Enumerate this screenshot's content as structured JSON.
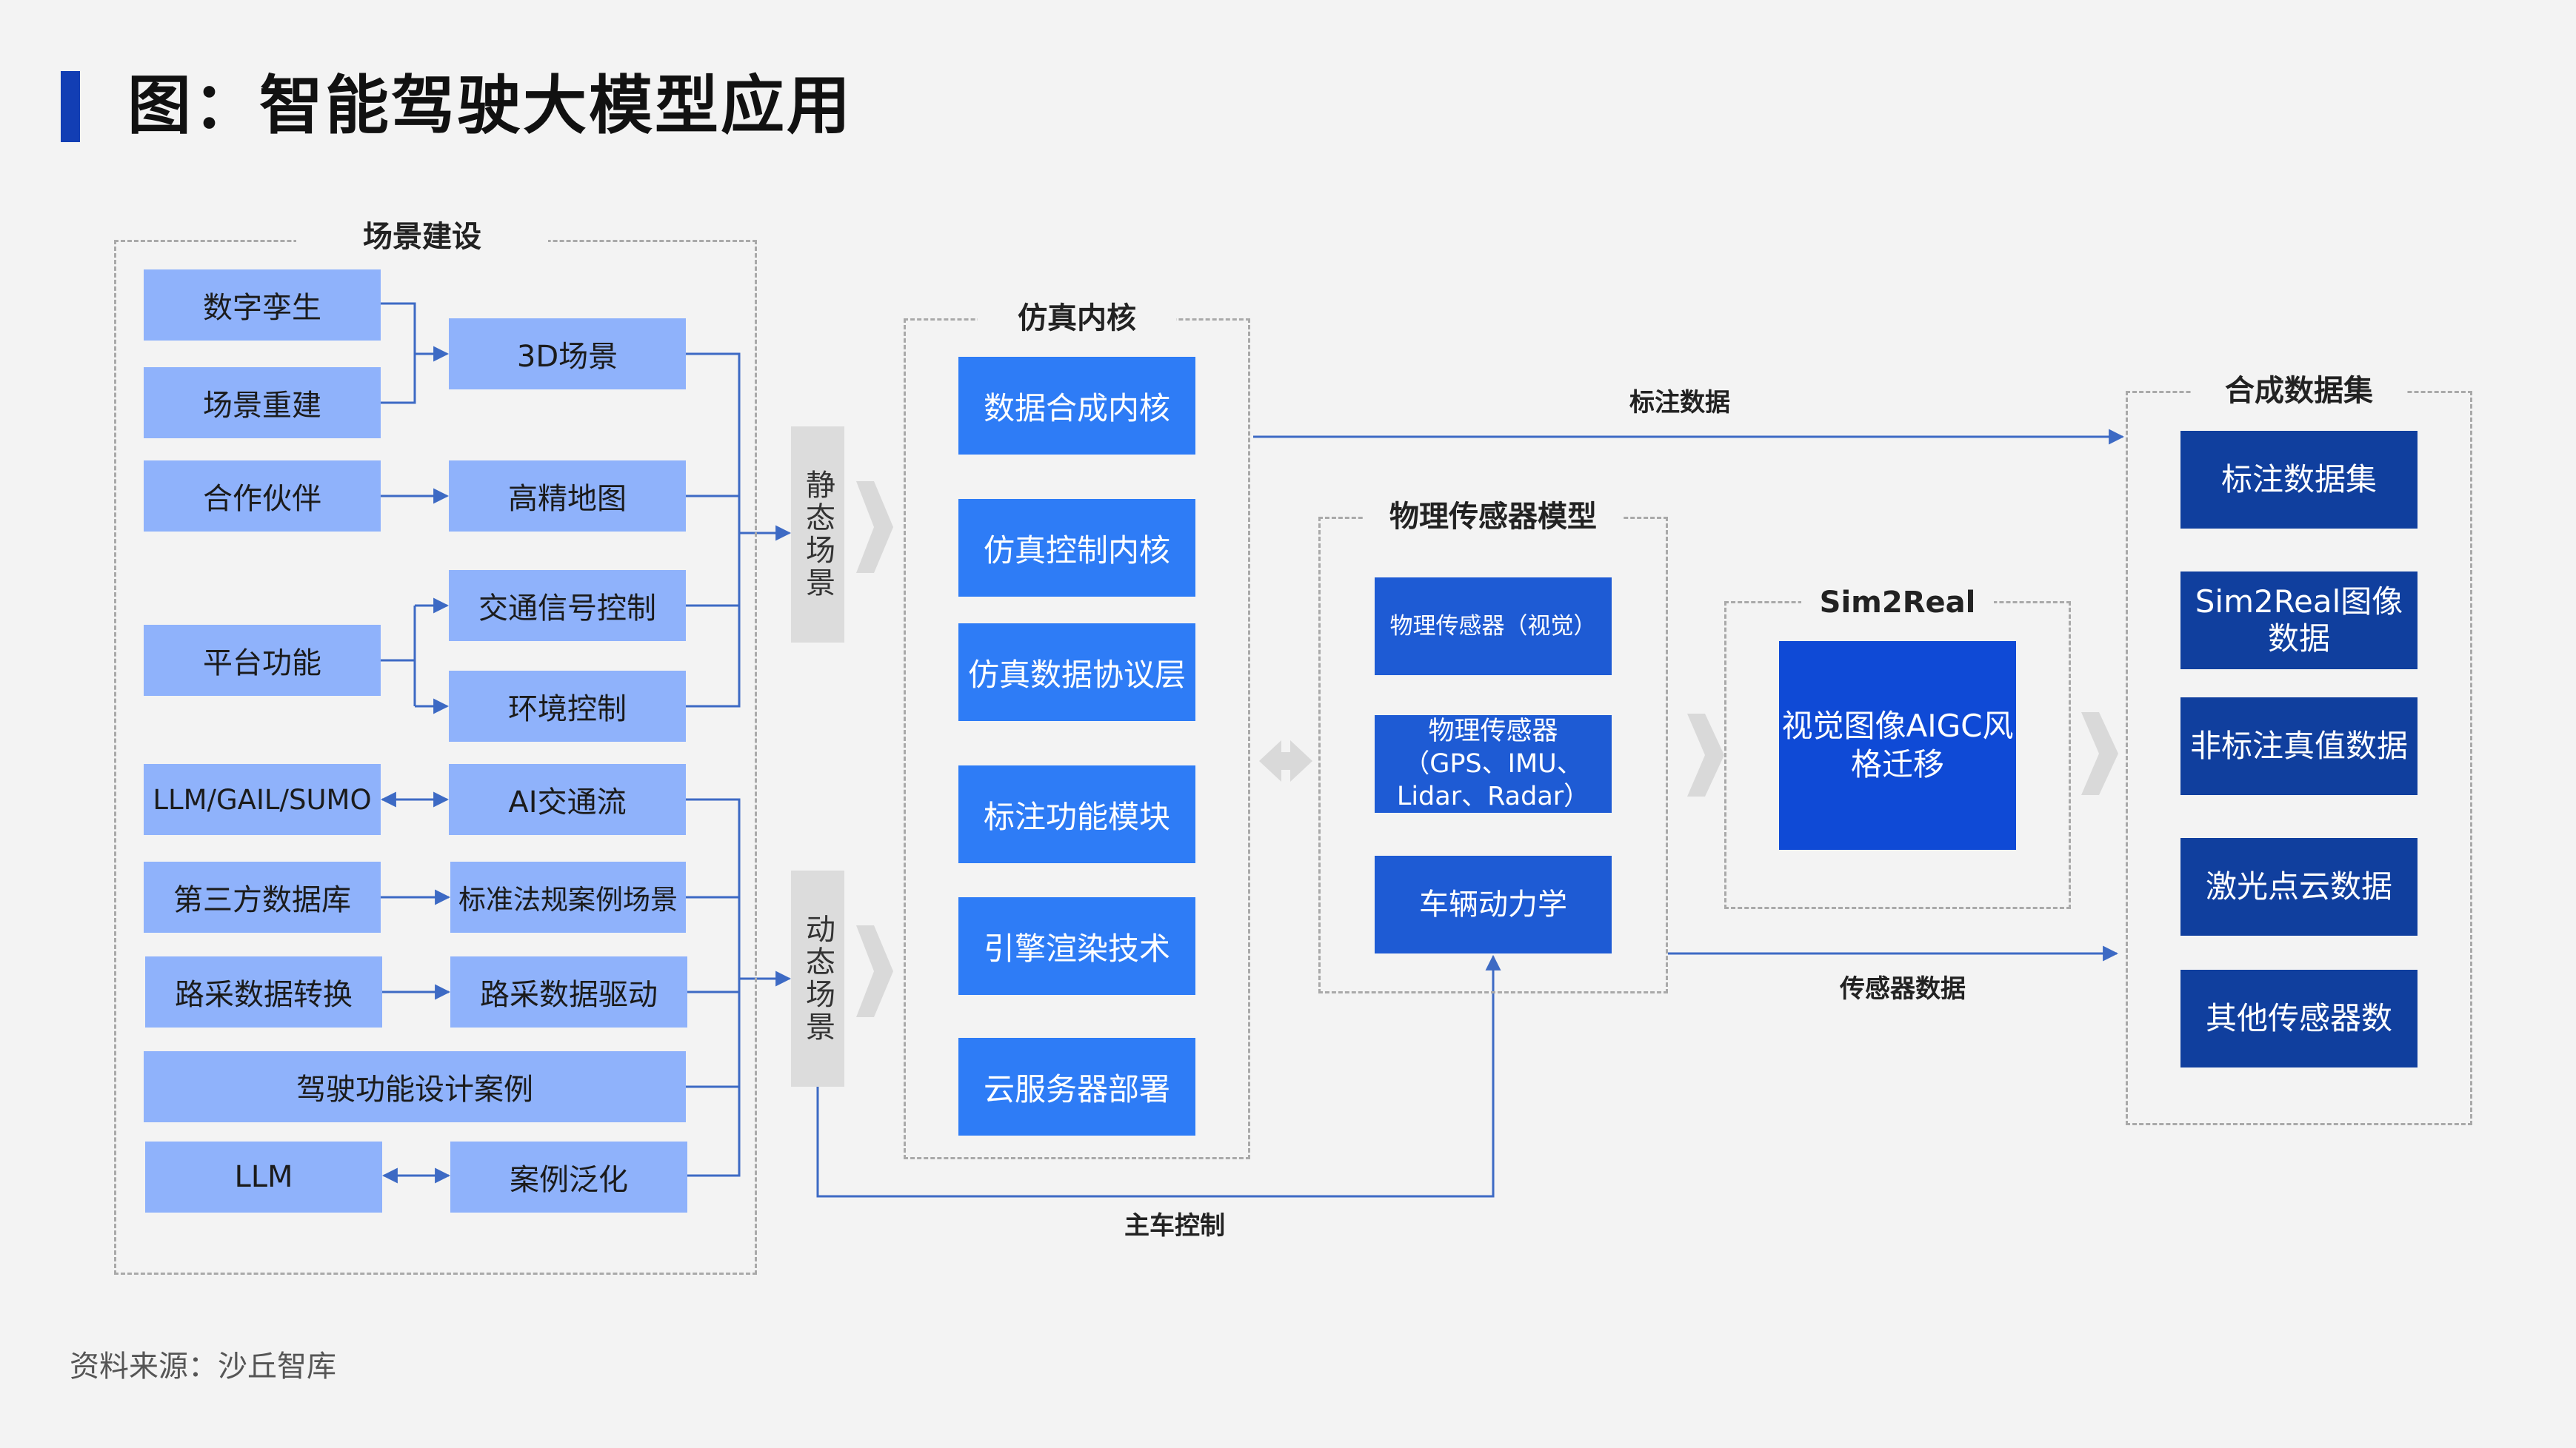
{
  "page_title": "图：智能驾驶大模型应用",
  "source_note": "资料来源：沙丘智库",
  "colors": {
    "accent": "#123eb4",
    "light_box": "#8fb2fb",
    "mid_box": "#2e7cf6",
    "sensor_box": "#1e5bd4",
    "dataset_box": "#103f9e",
    "arrow": "#3d6ac4"
  },
  "scene_build": {
    "title": "场景建设",
    "digital_twin": "数字孪生",
    "scene_rebuild": "场景重建",
    "scene_3d": "3D场景",
    "partner": "合作伙伴",
    "hd_map": "高精地图",
    "traffic_signal": "交通信号控制",
    "platform": "平台功能",
    "env_control": "环境控制",
    "llm_gail_sumo": "LLM/GAIL/SUMO",
    "ai_traffic": "AI交通流",
    "third_party_db": "第三方数据库",
    "std_case": "标准法规案例场景",
    "road_convert": "路采数据转换",
    "road_driven": "路采数据驱动",
    "driving_case": "驾驶功能设计案例",
    "llm": "LLM",
    "case_general": "案例泛化"
  },
  "static_scene": "静态场景",
  "dynamic_scene": "动态场景",
  "sim_kernel": {
    "title": "仿真内核",
    "items": [
      "数据合成内核",
      "仿真控制内核",
      "仿真数据协议层",
      "标注功能模块",
      "引擎渲染技术",
      "云服务器部署"
    ]
  },
  "sensor_model": {
    "title": "物理传感器模型",
    "vision": "物理传感器（视觉）",
    "gps": "物理传感器\n（GPS、IMU、\nLidar、Radar）",
    "dynamics": "车辆动力学"
  },
  "sim2real": {
    "title": "Sim2Real",
    "item": "视觉图像AIGC风\n格迁移"
  },
  "dataset": {
    "title": "合成数据集",
    "items": [
      "标注数据集",
      "Sim2Real图像\n数据",
      "非标注真值数据",
      "激光点云数据",
      "其他传感器数"
    ]
  },
  "edges": {
    "label_data": "标注数据",
    "sensor_data": "传感器数据",
    "ego_control": "主车控制"
  }
}
